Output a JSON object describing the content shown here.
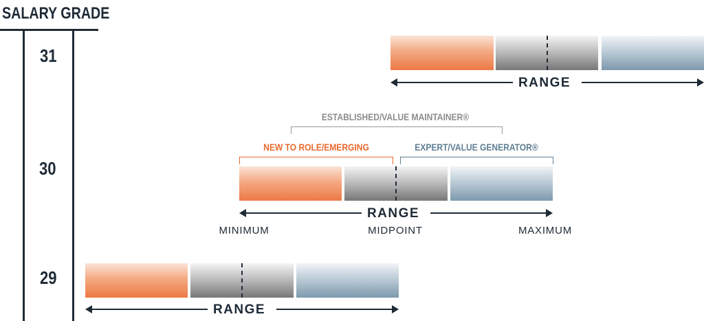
{
  "header": {
    "title": "SALARY GRADE"
  },
  "colors": {
    "new_to_role": "#e86a2e",
    "expert": "#5f7e93",
    "established": "#8c8c8c",
    "dark": "#1e2a36"
  },
  "grades": [
    {
      "label": "31",
      "range_label": "RANGE"
    },
    {
      "label": "30",
      "range_label": "RANGE"
    },
    {
      "label": "29",
      "range_label": "RANGE"
    }
  ],
  "annotations": {
    "established": "ESTABLISHED/VALUE MAINTAINER®",
    "new_to_role": "NEW TO ROLE/EMERGING",
    "expert": "EXPERT/VALUE GENERATOR®"
  },
  "range_markers": {
    "minimum": "MINIMUM",
    "midpoint": "MIDPOINT",
    "maximum": "MAXIMUM"
  }
}
